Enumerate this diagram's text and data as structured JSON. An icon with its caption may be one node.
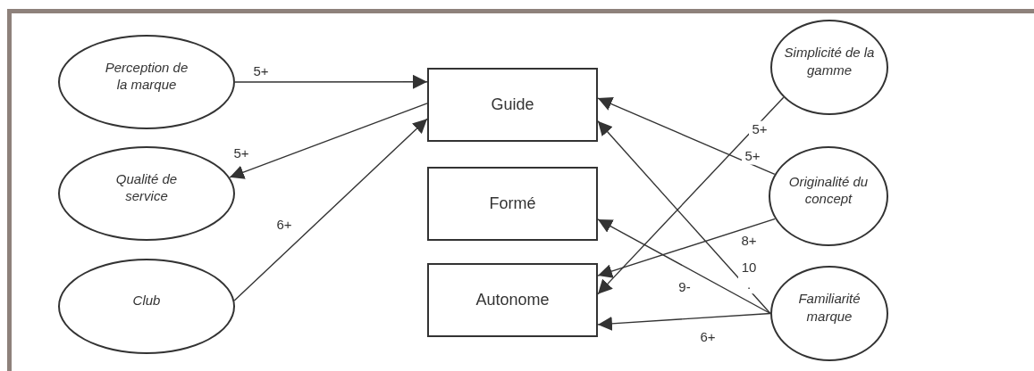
{
  "diagram": {
    "nodes": [
      {
        "text": [
          "Perception de la marque"
        ]
      },
      {
        "text": [
          "Qualité de service"
        ]
      },
      {
        "text": [
          "Club"
        ]
      },
      {
        "text": [
          "Guide"
        ]
      },
      {
        "text": [
          "Formé"
        ]
      },
      {
        "text": [
          "Autonome"
        ]
      },
      {
        "text": [
          "Simplicité de la gamme"
        ]
      },
      {
        "text": [
          "Originalité du concept"
        ]
      },
      {
        "text": [
          "Familiarité marque"
        ]
      }
    ],
    "edges": [
      {
        "from": 0,
        "to": 3,
        "arrow": "to",
        "label": "5+"
      },
      {
        "from": 3,
        "to": 1,
        "arrow": "to",
        "label": "5+"
      },
      {
        "from": 2,
        "to": 3,
        "arrow": "to",
        "label": "6+"
      },
      {
        "from": 7,
        "to": 3,
        "arrow": "to",
        "label": "5+"
      },
      {
        "from": 8,
        "to": 3,
        "arrow": "to",
        "label": "10 ."
      },
      {
        "from": 6,
        "to": 5,
        "arrow": "to",
        "label": "5+"
      },
      {
        "from": 7,
        "to": 5,
        "arrow": "to",
        "label": "8+"
      },
      {
        "from": 8,
        "to": 4,
        "arrow": "to",
        "label": "9-"
      },
      {
        "from": 8,
        "to": 5,
        "arrow": "to",
        "label": "6+"
      }
    ]
  }
}
